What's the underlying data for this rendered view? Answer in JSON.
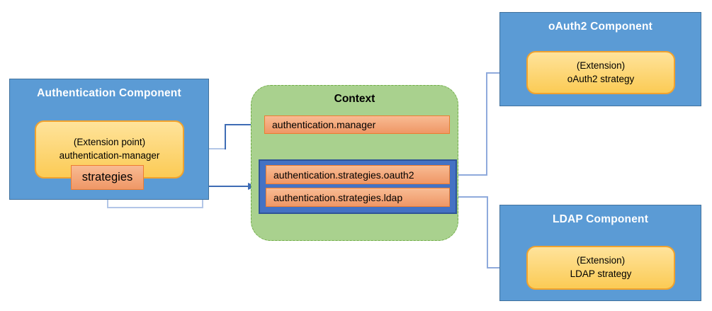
{
  "auth_component": {
    "title": "Authentication Component",
    "extension_point": [
      "(Extension point)",
      "authentication-manager"
    ],
    "strategies_label": "strategies"
  },
  "context": {
    "title": "Context",
    "manager_entry": "authentication.manager",
    "strategies_entries": [
      "authentication.strategies.oauth2",
      "authentication.strategies.ldap"
    ]
  },
  "oauth2_component": {
    "title": "oAuth2 Component",
    "extension": [
      "(Extension)",
      "oAuth2 strategy"
    ]
  },
  "ldap_component": {
    "title": "LDAP Component",
    "extension": [
      "(Extension)",
      "LDAP strategy"
    ]
  },
  "colors": {
    "component_fill": "#5B9BD5",
    "component_border": "#41719C",
    "component_title_text": "#FFFFFF",
    "context_fill": "#A9D18E",
    "context_border": "#70AD47",
    "extension_fill_top": "#FFE39B",
    "extension_fill_bottom": "#FBCB55",
    "extension_border": "#F0A22E",
    "entry_fill_top": "#F8BB93",
    "entry_fill_bottom": "#EF9766",
    "entry_border": "#ED7D31",
    "container_fill": "#4472C4",
    "container_border": "#2F5597",
    "connector_dark": "#3F6DB5",
    "connector_light": "#B3C6E7",
    "connector_mid": "#8FAADC",
    "body_text": "#000000"
  }
}
